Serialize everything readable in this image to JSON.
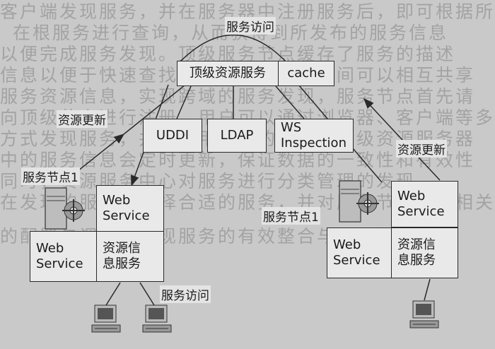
{
  "background_text": [
    "客户端发现服务，并在服务器中注册服务后，即可根据所需",
    "在根服务进行查询，从而获得到所发布的服务信息",
    "以便完成服务发现。顶级服务节点缓存了服务的描述",
    "信息以便于快速查找和分析；各节点之间可以相互共享",
    "服务资源信息，实现跨域的服务发现，服务节点首先请",
    "向顶级节点进行注册，用户可以通过浏览器、客户端等多种",
    "方式发现服务，并可调用所需的服务。顶级资源服务器",
    "中的服务信息会定时更新，保证数据的一致性和有效性",
    "同时，资源服务中心对服务进行分类管理的发现",
    "在发现的服务中选择合适的服务，并对服务节点进行相关",
    "的配置与调用，实现服务的有效整合与复用机制"
  ],
  "top": {
    "root_service": "顶级资源服务",
    "cache": "cache",
    "registries": [
      "UDDI",
      "LDAP",
      "WS\nInspection"
    ]
  },
  "labels": {
    "service_access_top": "服务访问",
    "resource_update_left": "资源更新",
    "resource_update_right": "资源更新",
    "service_node_left": "服务节点1",
    "service_node_right": "服务节点1",
    "service_access_bottom": "服务访问"
  },
  "left_node": {
    "cells": [
      "Web\nService",
      "Web\nService",
      "资源信\n息服务"
    ]
  },
  "right_node": {
    "cells": [
      "Web\nService",
      "Web\nService",
      "资源信\n息服务"
    ]
  },
  "colors": {
    "box_fill": "#e9e9e9",
    "line": "#2a2a2a",
    "background": "#c9c9c9"
  },
  "icons": [
    "server-icon",
    "computer-icon"
  ]
}
